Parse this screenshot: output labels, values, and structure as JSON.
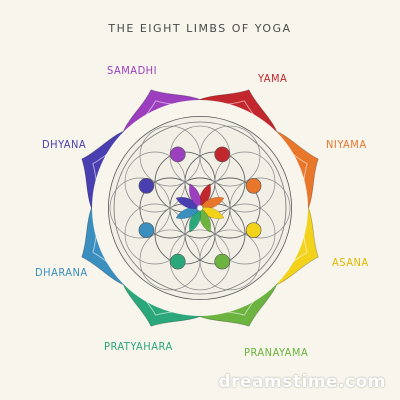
{
  "title": "THE EIGHT LIMBS OF YOGA",
  "limbs": [
    {
      "name": "YAMA",
      "color": "#c2272d"
    },
    {
      "name": "NIYAMA",
      "color": "#e8762b"
    },
    {
      "name": "ASANA",
      "color": "#f2d21b"
    },
    {
      "name": "PRANAYAMA",
      "color": "#6cb33f"
    },
    {
      "name": "PRATYAHARA",
      "color": "#2ba87b"
    },
    {
      "name": "DHARANA",
      "color": "#3a8fbf"
    },
    {
      "name": "DHYANA",
      "color": "#4a3fb0"
    },
    {
      "name": "SAMADHI",
      "color": "#9b3fbf"
    }
  ],
  "watermark": "dreamstime.com",
  "colors": {
    "background": "#f7f5ec",
    "inner_circle": "#f1efe6",
    "outline": "#555555"
  }
}
